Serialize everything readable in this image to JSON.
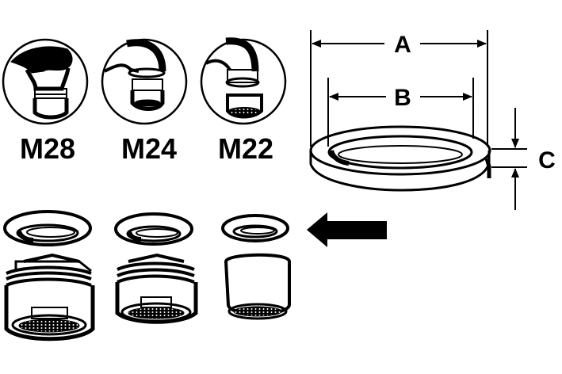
{
  "diagram": {
    "thread_sizes": [
      {
        "label": "M28",
        "description": "large male-thread faucet spout"
      },
      {
        "label": "M24",
        "description": "female-thread faucet spout with threaded aerator"
      },
      {
        "label": "M22",
        "description": "male-thread faucet spout with aerator cap"
      }
    ],
    "washer_dimensions": {
      "outer_diameter_label": "A",
      "inner_diameter_label": "B",
      "thickness_label": "C"
    },
    "aerators": [
      {
        "size": "M28",
        "type": "washer + male aerator"
      },
      {
        "size": "M24",
        "type": "washer + male aerator"
      },
      {
        "size": "M22",
        "type": "washer + female aerator cap"
      }
    ],
    "pointer": "left-arrow-icon",
    "colors": {
      "ink": "#000000",
      "background": "#ffffff"
    }
  }
}
